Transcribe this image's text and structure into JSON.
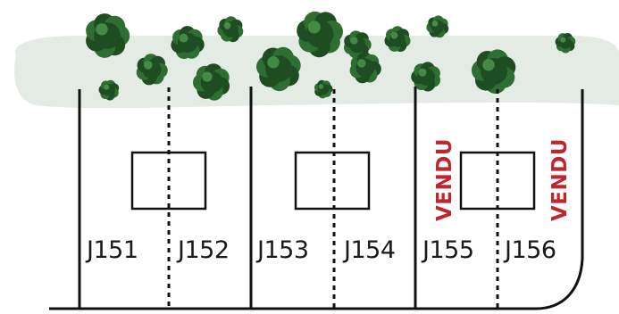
{
  "lots": [
    {
      "id": "J151",
      "sold": false
    },
    {
      "id": "J152",
      "sold": false
    },
    {
      "id": "J153",
      "sold": false
    },
    {
      "id": "J154",
      "sold": false
    },
    {
      "id": "J155",
      "sold": false
    },
    {
      "id": "J156",
      "sold": false
    }
  ],
  "sold_marks": [
    {
      "text": "VENDU"
    },
    {
      "text": "VENDU"
    }
  ],
  "colors": {
    "sold_text": "#c0262d",
    "green_strip": "#e4ebe4",
    "tree_dark": "#1f4d22",
    "tree_mid": "#2f6e32",
    "tree_light": "#4e9a4d",
    "lines": "#111111"
  }
}
